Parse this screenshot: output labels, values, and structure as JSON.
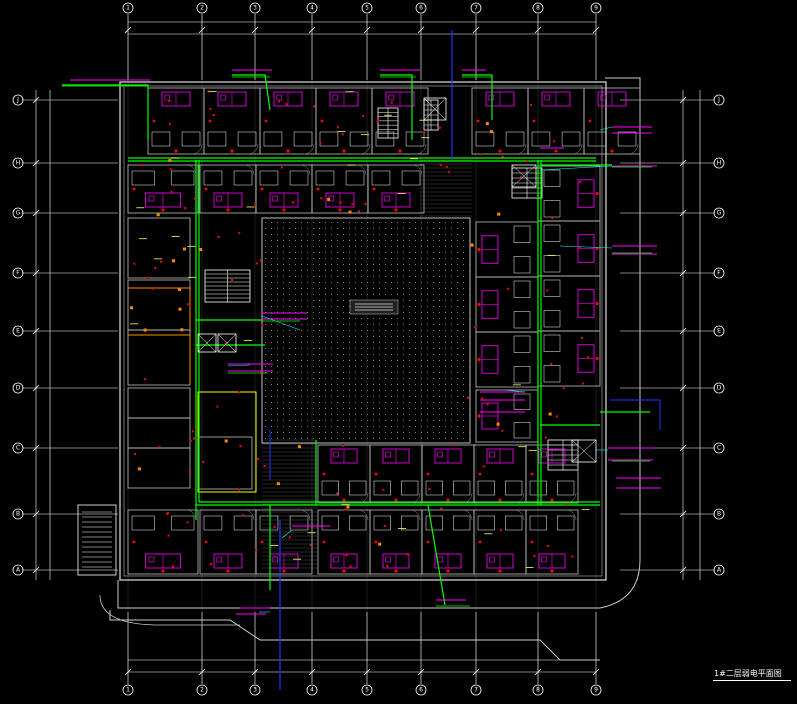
{
  "drawing": {
    "title": "1#二层弱电平面图",
    "background": "#000000",
    "colors": {
      "wall": "#bfbfbf",
      "grid": "#ffffff",
      "dimension": "#ffffff",
      "cable_tray": "#00ff00",
      "riser": "#0000ff",
      "device": "#ff00ff",
      "socket": "#ff0000",
      "label": "#ffff00",
      "leader": "#00ffff",
      "stair": "#ffffff"
    },
    "axis_numbers_top": [
      "1",
      "2",
      "3",
      "4",
      "5",
      "6",
      "7",
      "8",
      "9"
    ],
    "axis_numbers_bottom": [
      "1",
      "2",
      "3",
      "4",
      "5",
      "6",
      "7",
      "8",
      "9"
    ],
    "axis_letters_left": [
      "J",
      "H",
      "G",
      "F",
      "E",
      "D",
      "C",
      "B",
      "A"
    ],
    "axis_letters_right": [
      "J",
      "H",
      "G",
      "F",
      "E",
      "D",
      "C",
      "B",
      "A"
    ]
  }
}
